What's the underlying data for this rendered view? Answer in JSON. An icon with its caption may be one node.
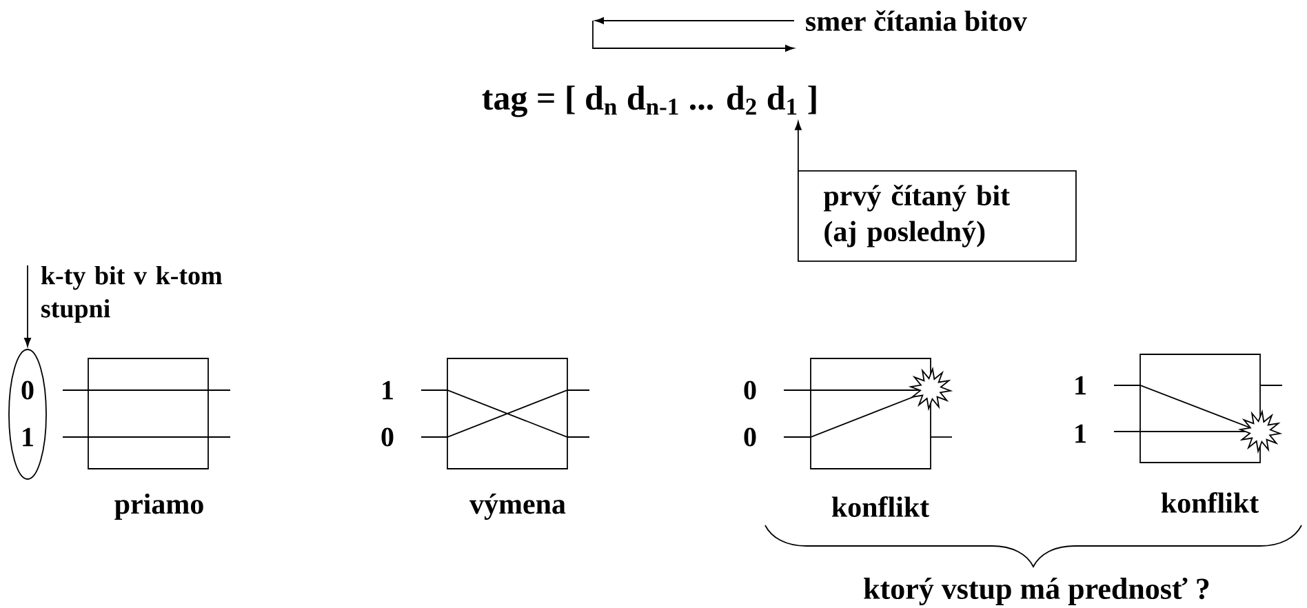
{
  "diagram": {
    "nodes": [
      {
        "text": [
          "tag = [ d$_{n}$  d$_{n-1}$  ... d$_{2}$  d$_{1}$ ]"
        ]
      },
      {
        "text": [
          "prvý čítaný bit (aj posledný)"
        ]
      },
      {
        "text": [
          "k-ty bit v k-tom stupni"
        ]
      },
      {
        "text": [
          "0",
          "1"
        ]
      },
      {
        "text": [],
        "shape": "box",
        "beside": [
          "priamo"
        ]
      },
      {
        "text": [],
        "shape": "box",
        "beside": [
          "výmena"
        ]
      },
      {
        "text": [],
        "shape": "box",
        "beside": [
          "konflikt"
        ]
      },
      {
        "text": [],
        "shape": "box",
        "beside": [
          "konflikt"
        ]
      }
    ],
    "edges": [
      {
        "from": 1,
        "to": 0,
        "arrow": "to"
      },
      {
        "from": 2,
        "to": 3,
        "arrow": "to"
      }
    ],
    "labels": [
      "smer čítania bitov",
      "1",
      "0",
      "0",
      "0",
      "1",
      "1",
      "ktorý vstup má prednosť ?"
    ]
  }
}
